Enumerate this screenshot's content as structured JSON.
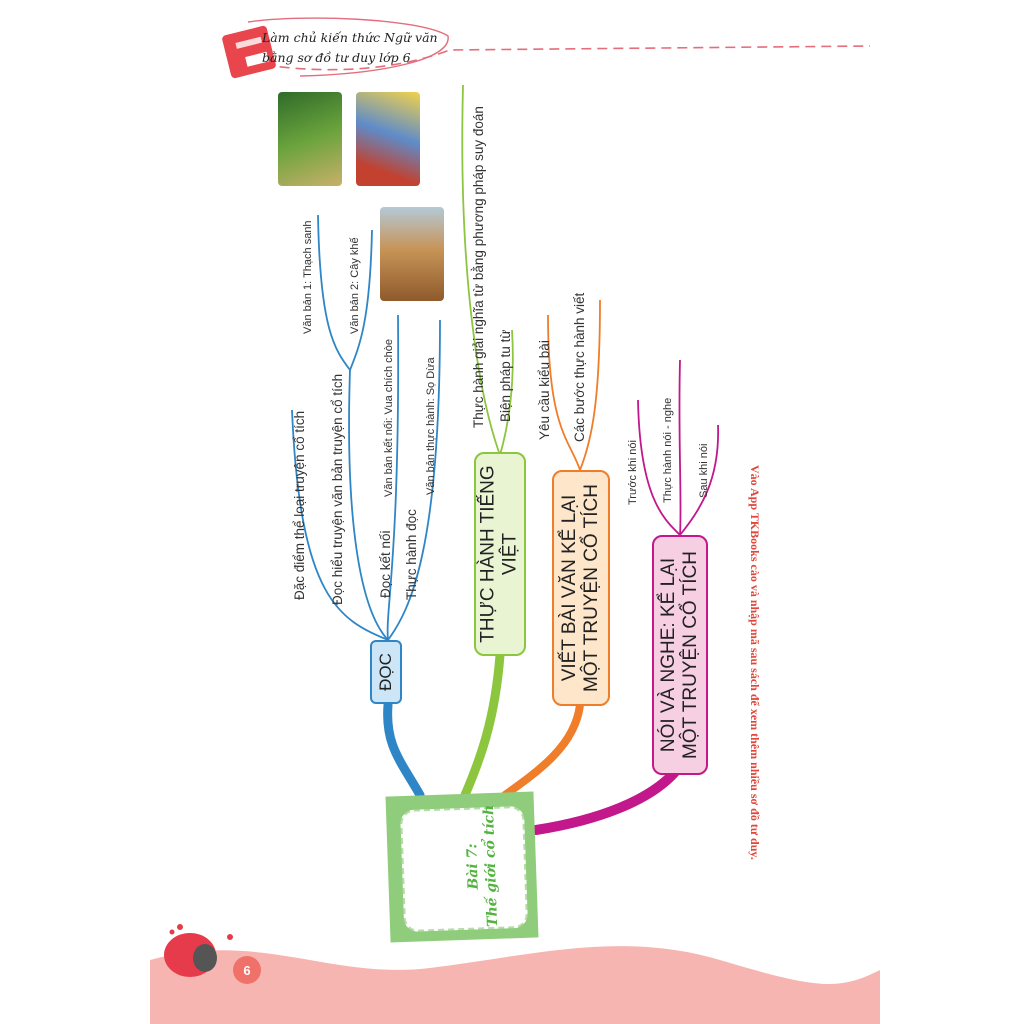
{
  "header": {
    "title_line1": "Làm chủ kiến thức Ngữ văn",
    "title_line2": "bằng sơ đồ tư duy lớp 6"
  },
  "center": {
    "line1": "Bài 7:",
    "line2": "Thế giới cổ tích"
  },
  "branches": {
    "doc": {
      "label": "ĐỌC",
      "color": "#2f86c6",
      "children": {
        "dac_diem": "Đặc điểm thể loại truyện cổ tích",
        "doc_hieu": "Đọc hiểu truyện văn bản truyện cổ tích",
        "van_ban_1": "Văn bản 1: Thạch sanh",
        "van_ban_2": "Văn bản 2: Cây khế",
        "doc_ket_noi": "Đọc kết nối",
        "vb_ket_noi": "Văn bản kết nối: Vua chích chòe",
        "thuc_hanh_doc": "Thực hành đọc",
        "vb_thuc_hanh": "Văn bản thực hành: Sọ Dừa"
      }
    },
    "tieng_viet": {
      "label_line1": "THỰC HÀNH TIẾNG",
      "label_line2": "VIỆT",
      "color": "#8cc63f",
      "children": {
        "giai_nghia": "Thực hành giải nghĩa từ bằng phương pháp suy đoán",
        "bien_phap": "Biện pháp tu từ"
      }
    },
    "viet": {
      "label_line1": "VIẾT BÀI VĂN KỂ LẠI",
      "label_line2": "MỘT TRUYỆN CỔ TÍCH",
      "color": "#ef7d2a",
      "children": {
        "yeu_cau": "Yêu cầu kiểu bài",
        "cac_buoc": "Các bước thực hành viết"
      }
    },
    "noi_nghe": {
      "label_line1": "NÓI VÀ NGHE: KỂ LẠI",
      "label_line2": "MỘT TRUYỆN CỔ TÍCH",
      "color": "#c2188b",
      "children": {
        "truoc": "Trước khi nói",
        "thuc_hanh_noi": "Thực hành nói - nghe",
        "sau": "Sau khi nói"
      }
    }
  },
  "side_note": "Vào App TKBooks cào và nhập mã sau sách để xem thêm nhiều sơ đồ tư duy.",
  "page_number": "6"
}
